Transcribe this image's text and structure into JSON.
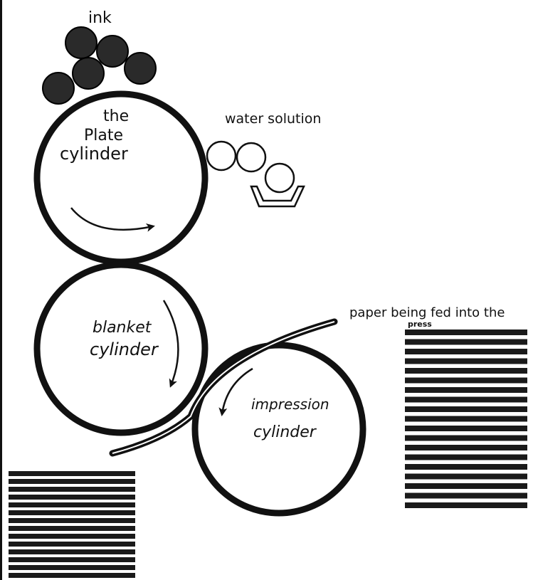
{
  "labels": {
    "ink": "ink",
    "water": "water solution",
    "plate_the": "the",
    "plate_plate": "Plate",
    "plate_cylinder": "cylinder",
    "blanket_1": "blanket",
    "blanket_2": "cylinder",
    "impression_1": "impression",
    "impression_2": "cylinder",
    "paper": "paper being fed into the",
    "paper_2": "press"
  },
  "colors": {
    "ink": "#2a2a2a",
    "stroke": "#111111",
    "paper": "#ffffff"
  }
}
